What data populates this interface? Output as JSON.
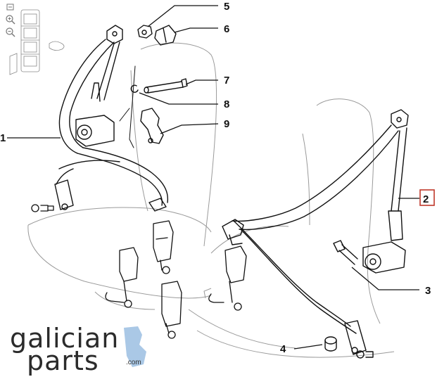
{
  "diagram": {
    "callouts": [
      {
        "id": "1",
        "label": "1"
      },
      {
        "id": "2",
        "label": "2"
      },
      {
        "id": "3",
        "label": "3"
      },
      {
        "id": "4",
        "label": "4"
      },
      {
        "id": "5",
        "label": "5"
      },
      {
        "id": "6",
        "label": "6"
      },
      {
        "id": "7",
        "label": "7"
      },
      {
        "id": "8",
        "label": "8"
      },
      {
        "id": "9",
        "label": "9"
      }
    ],
    "selected_callout": "2",
    "highlight_color": "#c0392b"
  },
  "watermark": {
    "line1": "galician",
    "line2": "parts",
    "suffix": ".com",
    "accent_color": "#aac8e6"
  },
  "toolbar": {
    "zoom_in_icon": "zoom-in-icon",
    "zoom_out_icon": "zoom-out-icon",
    "toggle_icon": "toggle-icon"
  }
}
